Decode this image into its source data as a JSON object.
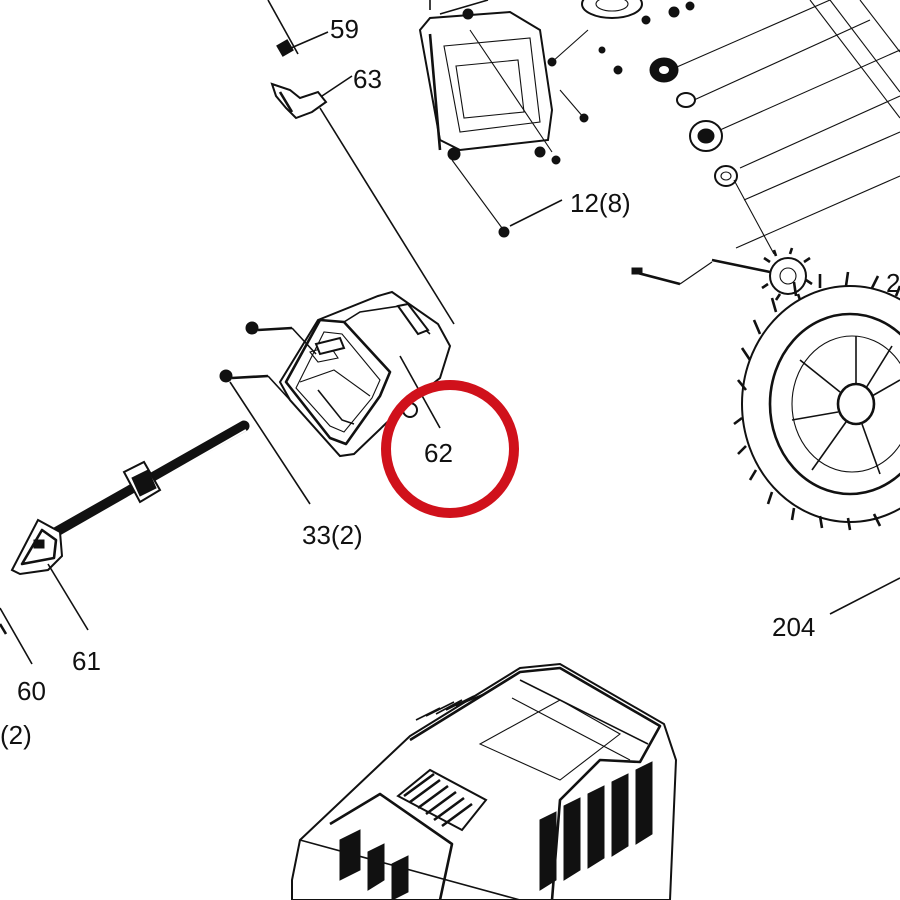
{
  "labels": {
    "p59": "59",
    "p63": "63",
    "p12": "12(8)",
    "p62": "62",
    "p33": "33(2)",
    "p61": "61",
    "p60": "60",
    "p2": "(2)",
    "p204": "204",
    "p2partial": "2"
  },
  "colors": {
    "highlight": "#d0111b",
    "ink": "#111111",
    "background": "#ffffff"
  }
}
